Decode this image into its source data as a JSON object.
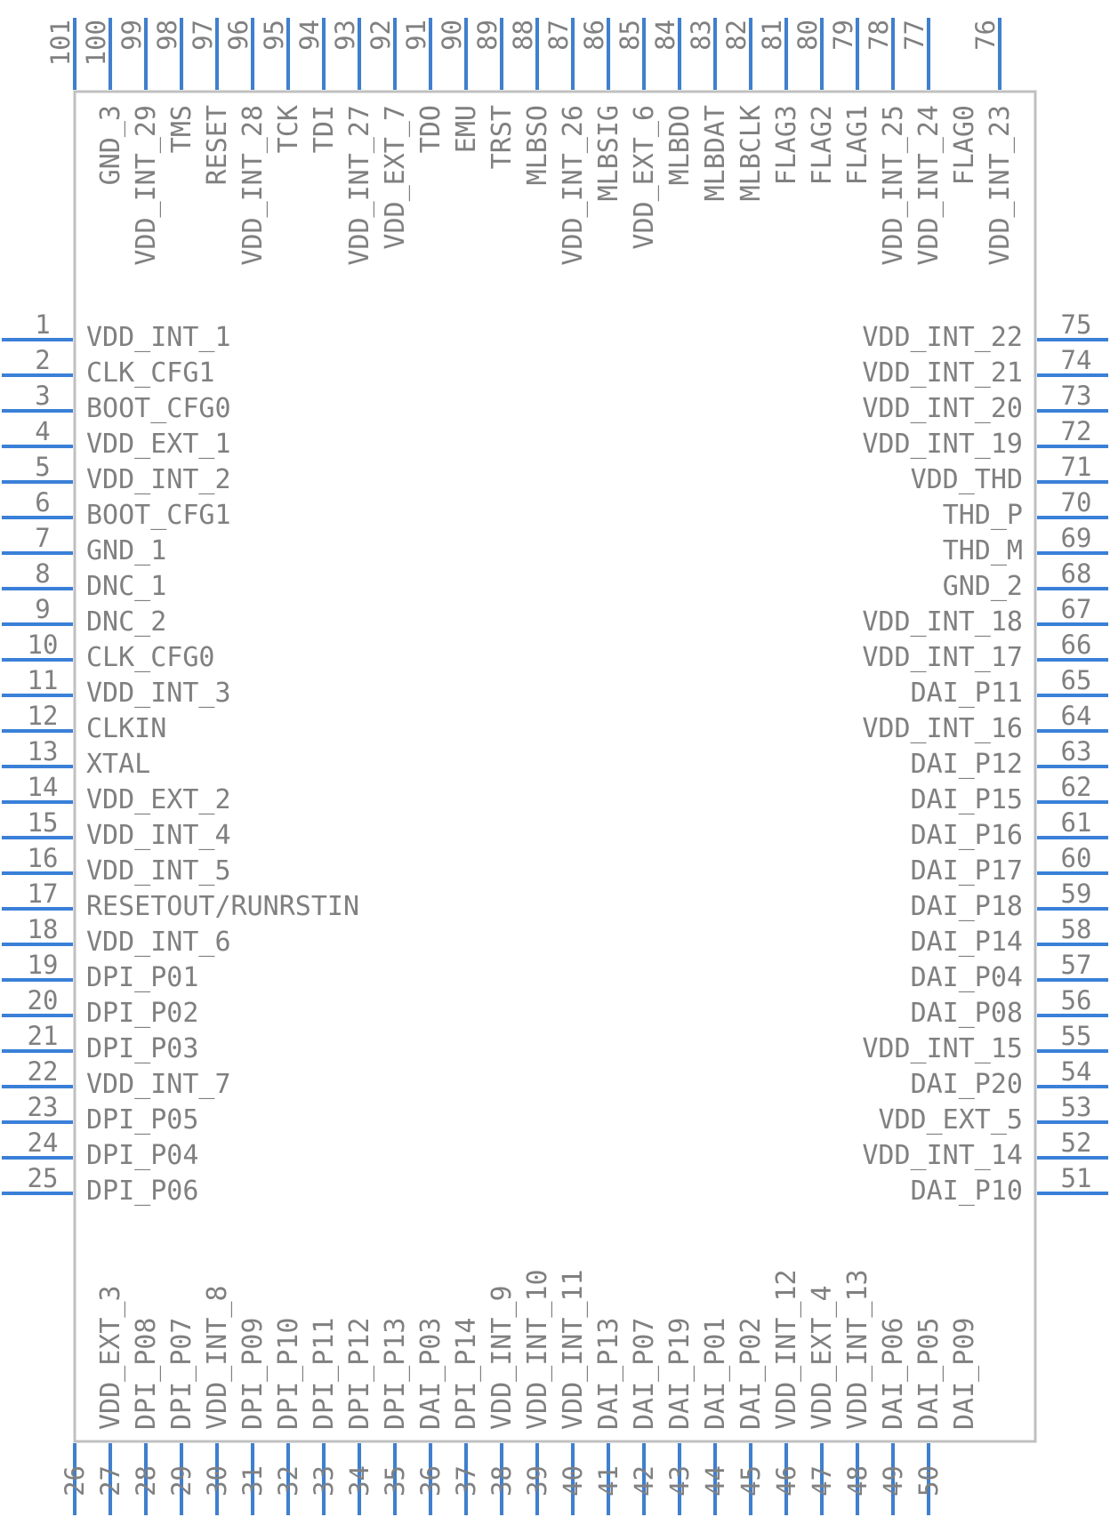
{
  "colors": {
    "body_outline": "#c0c0c0",
    "pin_line": "#3a7fd8",
    "text": "#808080"
  },
  "pins": {
    "left": [
      {
        "number": "1",
        "name": "VDD_INT_1"
      },
      {
        "number": "2",
        "name": "CLK_CFG1"
      },
      {
        "number": "3",
        "name": "BOOT_CFG0"
      },
      {
        "number": "4",
        "name": "VDD_EXT_1"
      },
      {
        "number": "5",
        "name": "VDD_INT_2"
      },
      {
        "number": "6",
        "name": "BOOT_CFG1"
      },
      {
        "number": "7",
        "name": "GND_1"
      },
      {
        "number": "8",
        "name": "DNC_1"
      },
      {
        "number": "9",
        "name": "DNC_2"
      },
      {
        "number": "10",
        "name": "CLK_CFG0"
      },
      {
        "number": "11",
        "name": "VDD_INT_3"
      },
      {
        "number": "12",
        "name": "CLKIN"
      },
      {
        "number": "13",
        "name": "XTAL"
      },
      {
        "number": "14",
        "name": "VDD_EXT_2"
      },
      {
        "number": "15",
        "name": "VDD_INT_4"
      },
      {
        "number": "16",
        "name": "VDD_INT_5"
      },
      {
        "number": "17",
        "name": "RESETOUT/RUNRSTIN"
      },
      {
        "number": "18",
        "name": "VDD_INT_6"
      },
      {
        "number": "19",
        "name": "DPI_P01"
      },
      {
        "number": "20",
        "name": "DPI_P02"
      },
      {
        "number": "21",
        "name": "DPI_P03"
      },
      {
        "number": "22",
        "name": "VDD_INT_7"
      },
      {
        "number": "23",
        "name": "DPI_P05"
      },
      {
        "number": "24",
        "name": "DPI_P04"
      },
      {
        "number": "25",
        "name": "DPI_P06"
      }
    ],
    "bottom": [
      {
        "number": "26",
        "name": ""
      },
      {
        "number": "27",
        "name": "VDD_EXT_3"
      },
      {
        "number": "28",
        "name": "DPI_P08"
      },
      {
        "number": "29",
        "name": "DPI_P07"
      },
      {
        "number": "30",
        "name": "VDD_INT_8"
      },
      {
        "number": "31",
        "name": "DPI_P09"
      },
      {
        "number": "32",
        "name": "DPI_P10"
      },
      {
        "number": "33",
        "name": "DPI_P11"
      },
      {
        "number": "34",
        "name": "DPI_P12"
      },
      {
        "number": "35",
        "name": "DPI_P13"
      },
      {
        "number": "36",
        "name": "DAI_P03"
      },
      {
        "number": "37",
        "name": "DPI_P14"
      },
      {
        "number": "38",
        "name": "VDD_INT_9"
      },
      {
        "number": "39",
        "name": "VDD_INT_10"
      },
      {
        "number": "40",
        "name": "VDD_INT_11"
      },
      {
        "number": "41",
        "name": "DAI_P13"
      },
      {
        "number": "42",
        "name": "DAI_P07"
      },
      {
        "number": "43",
        "name": "DAI_P19"
      },
      {
        "number": "44",
        "name": "DAI_P01"
      },
      {
        "number": "45",
        "name": "DAI_P02"
      },
      {
        "number": "46",
        "name": "VDD_INT_12"
      },
      {
        "number": "47",
        "name": "VDD_EXT_4"
      },
      {
        "number": "48",
        "name": "VDD_INT_13"
      },
      {
        "number": "49",
        "name": "DAI_P06"
      },
      {
        "number": "50",
        "name": "DAI_P05"
      },
      {
        "number": "",
        "name": "DAI_P09"
      }
    ],
    "right": [
      {
        "number": "75",
        "name": "VDD_INT_22"
      },
      {
        "number": "74",
        "name": "VDD_INT_21"
      },
      {
        "number": "73",
        "name": "VDD_INT_20"
      },
      {
        "number": "72",
        "name": "VDD_INT_19"
      },
      {
        "number": "71",
        "name": "VDD_THD"
      },
      {
        "number": "70",
        "name": "THD_P"
      },
      {
        "number": "69",
        "name": "THD_M"
      },
      {
        "number": "68",
        "name": "GND_2"
      },
      {
        "number": "67",
        "name": "VDD_INT_18"
      },
      {
        "number": "66",
        "name": "VDD_INT_17"
      },
      {
        "number": "65",
        "name": "DAI_P11"
      },
      {
        "number": "64",
        "name": "VDD_INT_16"
      },
      {
        "number": "63",
        "name": "DAI_P12"
      },
      {
        "number": "62",
        "name": "DAI_P15"
      },
      {
        "number": "61",
        "name": "DAI_P16"
      },
      {
        "number": "60",
        "name": "DAI_P17"
      },
      {
        "number": "59",
        "name": "DAI_P18"
      },
      {
        "number": "58",
        "name": "DAI_P14"
      },
      {
        "number": "57",
        "name": "DAI_P04"
      },
      {
        "number": "56",
        "name": "DAI_P08"
      },
      {
        "number": "55",
        "name": "VDD_INT_15"
      },
      {
        "number": "54",
        "name": "DAI_P20"
      },
      {
        "number": "53",
        "name": "VDD_EXT_5"
      },
      {
        "number": "52",
        "name": "VDD_INT_14"
      },
      {
        "number": "51",
        "name": "DAI_P10"
      }
    ],
    "top": [
      {
        "number": "101",
        "name": ""
      },
      {
        "number": "100",
        "name": "GND_3"
      },
      {
        "number": "99",
        "name": "VDD_INT_29"
      },
      {
        "number": "98",
        "name": "TMS"
      },
      {
        "number": "97",
        "name": "RESET"
      },
      {
        "number": "96",
        "name": "VDD_INT_28"
      },
      {
        "number": "95",
        "name": "TCK"
      },
      {
        "number": "94",
        "name": "TDI"
      },
      {
        "number": "93",
        "name": "VDD_INT_27"
      },
      {
        "number": "92",
        "name": "VDD_EXT_7"
      },
      {
        "number": "91",
        "name": "TDO"
      },
      {
        "number": "90",
        "name": "EMU"
      },
      {
        "number": "89",
        "name": "TRST"
      },
      {
        "number": "88",
        "name": "MLBSO"
      },
      {
        "number": "87",
        "name": "VDD_INT_26"
      },
      {
        "number": "86",
        "name": "MLBSIG"
      },
      {
        "number": "85",
        "name": "VDD_EXT_6"
      },
      {
        "number": "84",
        "name": "MLBDO"
      },
      {
        "number": "83",
        "name": "MLBDAT"
      },
      {
        "number": "82",
        "name": "MLBCLK"
      },
      {
        "number": "81",
        "name": "FLAG3"
      },
      {
        "number": "80",
        "name": "FLAG2"
      },
      {
        "number": "79",
        "name": "FLAG1"
      },
      {
        "number": "78",
        "name": "VDD_INT_25"
      },
      {
        "number": "77",
        "name": "VDD_INT_24"
      },
      {
        "number": "",
        "name": "FLAG0"
      },
      {
        "number": "76",
        "name": "VDD_INT_23"
      }
    ]
  }
}
